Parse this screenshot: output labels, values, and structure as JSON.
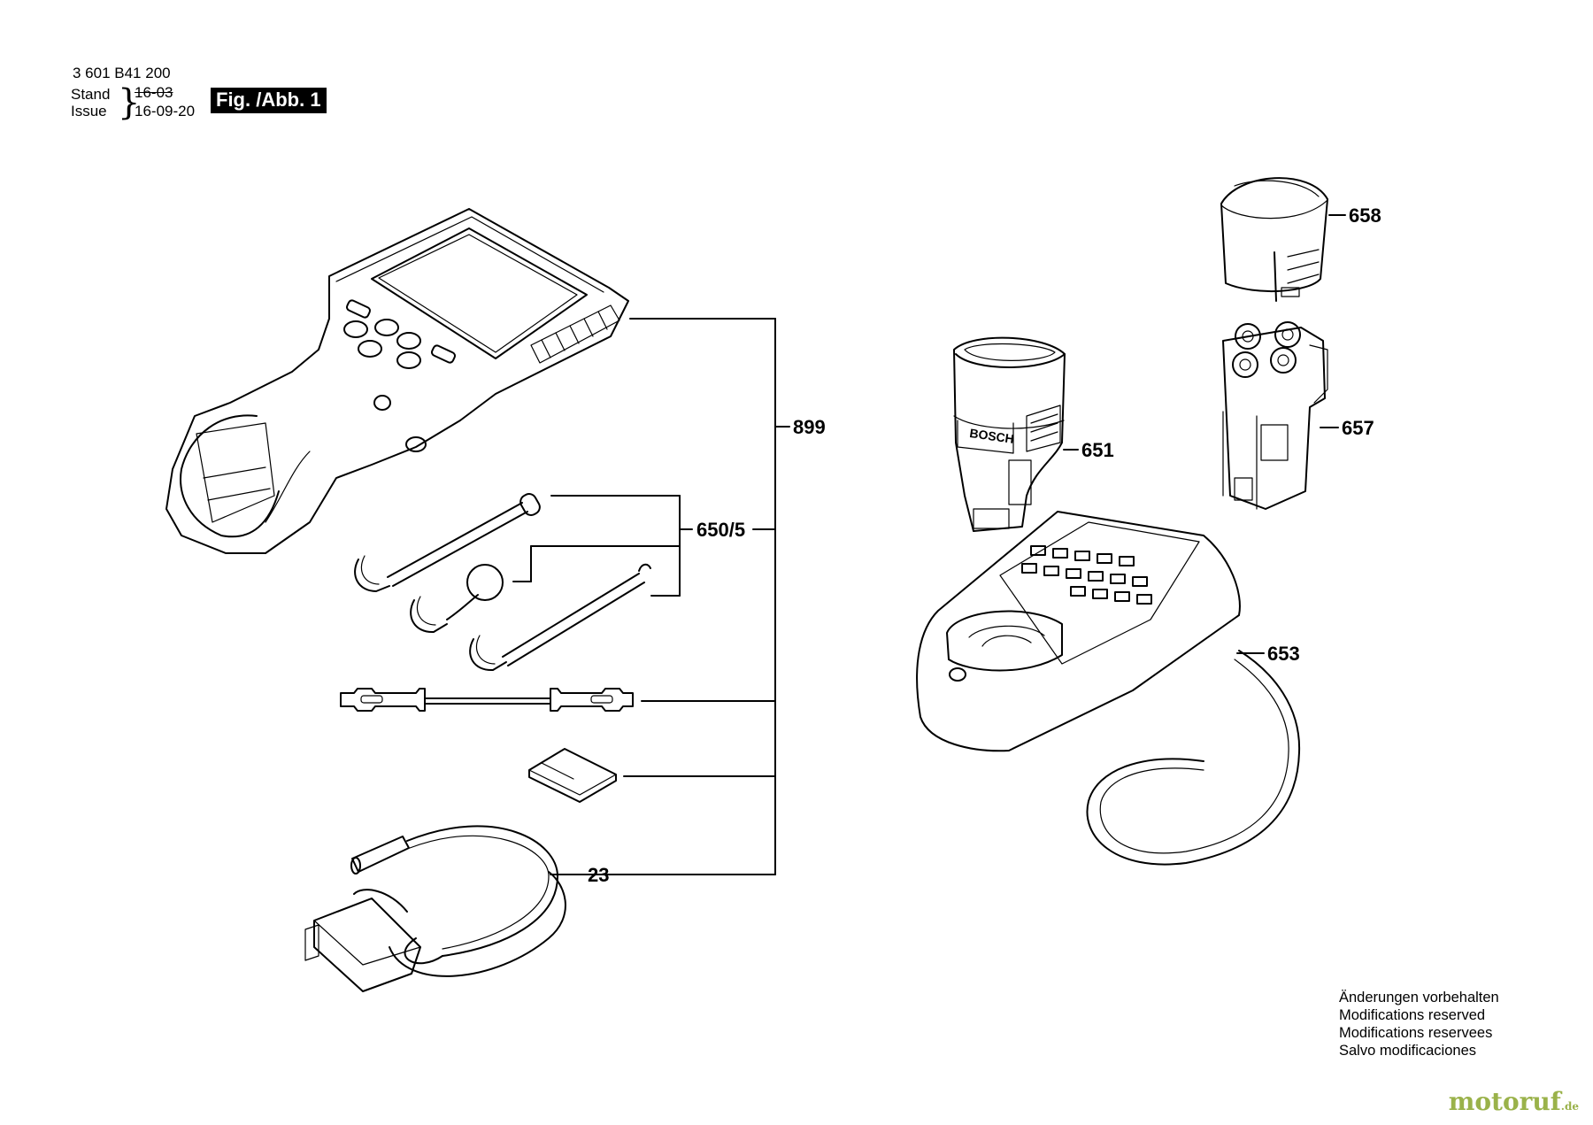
{
  "header": {
    "part_number": "3 601 B41 200",
    "stand_label": "Stand",
    "issue_label": "Issue",
    "stand_value": "16-03",
    "issue_value": "16-09-20",
    "figure_label": "Fig. /Abb. 1"
  },
  "parts": {
    "p899": "899",
    "p650_5": "650/5",
    "p23": "23",
    "p651": "651",
    "p653": "653",
    "p657": "657",
    "p658": "658"
  },
  "notice": [
    "Änderungen vorbehalten",
    "Modifications reserved",
    "Modifications reservees",
    "Salvo modificaciones"
  ],
  "watermark": {
    "brand": "motoruf",
    "suffix": ".de",
    "color": "#9ab24a"
  }
}
